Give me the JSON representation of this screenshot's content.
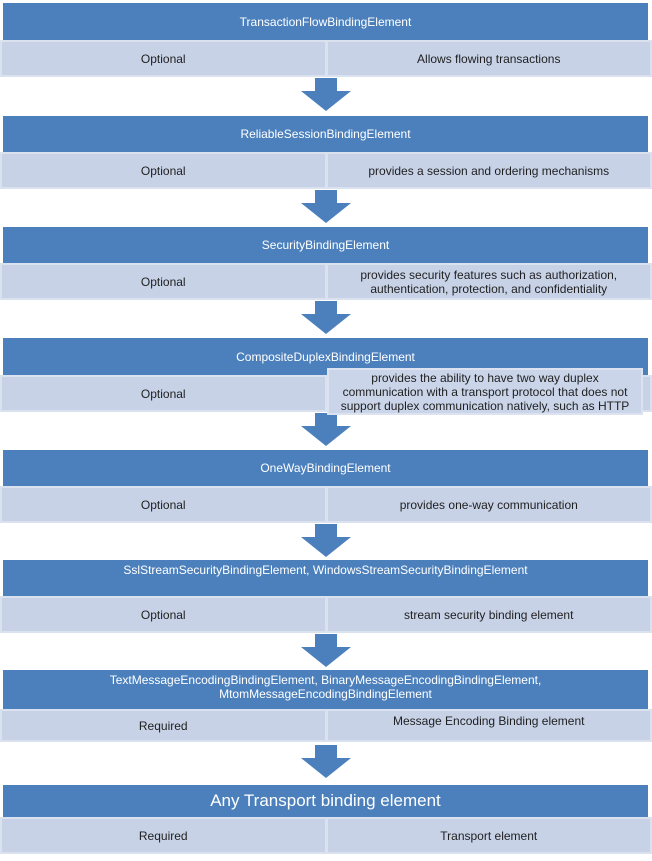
{
  "colors": {
    "header_bg": "#4C80BD",
    "row_cell_bg": "#C7D2E7",
    "row_border_bg": "#DAE1EF",
    "arrow": "#4C80BD",
    "header_text": "#FFFFFF",
    "body_text": "#1F1F1F"
  },
  "sections": [
    {
      "title": "TransactionFlowBindingElement",
      "requirement": "Optional",
      "description": "Allows flowing transactions"
    },
    {
      "title": "ReliableSessionBindingElement",
      "requirement": "Optional",
      "description": "provides a session and ordering mechanisms"
    },
    {
      "title": "SecurityBindingElement",
      "requirement": "Optional",
      "description": "provides security features such as authorization, authentication, protection, and confidentiality"
    },
    {
      "title": "CompositeDuplexBindingElement",
      "requirement": "Optional",
      "description": "provides the ability to have two way duplex communication with a transport protocol that does not support duplex communication natively, such as HTTP"
    },
    {
      "title": "OneWayBindingElement",
      "requirement": "Optional",
      "description": "provides one-way communication"
    },
    {
      "title": "SslStreamSecurityBindingElement, WindowsStreamSecurityBindingElement",
      "requirement": "Optional",
      "description": "stream security binding element"
    },
    {
      "title": "TextMessageEncodingBindingElement, BinaryMessageEncodingBindingElement, MtomMessageEncodingBindingElement",
      "requirement": "Required",
      "description": "Message Encoding Binding element"
    },
    {
      "title": "Any Transport binding element",
      "requirement": "Required",
      "description": "Transport element"
    }
  ]
}
